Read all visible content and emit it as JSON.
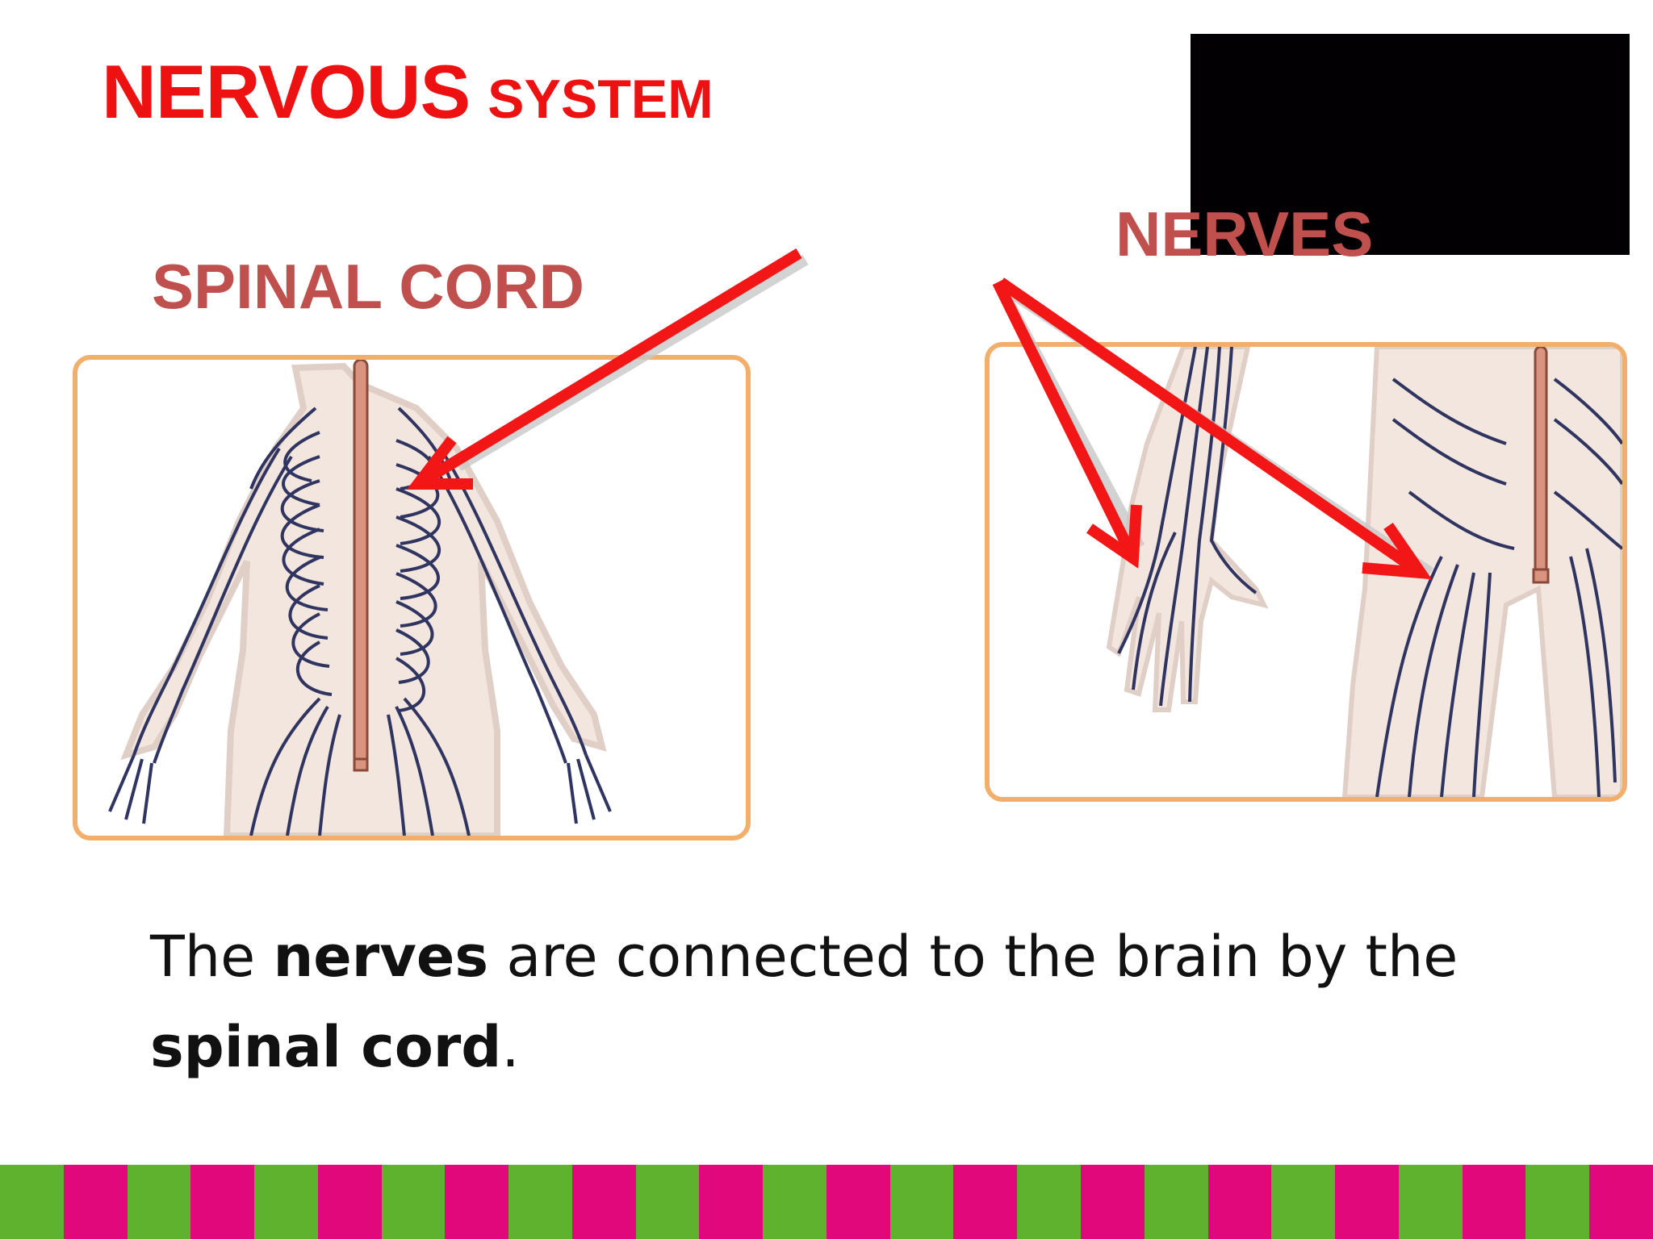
{
  "slide": {
    "title_part1": "NERVOUS",
    "title_part2": "SYSTEM",
    "label_spinal_cord": "SPINAL CORD",
    "label_nerves": "NERVES",
    "caption": {
      "t1": "The ",
      "b1": "nerves",
      "t2": " are connected to the brain by the ",
      "b2": "spinal cord",
      "t3": "."
    }
  },
  "colors": {
    "title": "#ee1111",
    "labels": "#c0504d",
    "arrows": "#f21616",
    "panel_border": "#f2ae6b",
    "nerve": "#2f3560",
    "spinal_cord": "#d9937f",
    "skin": "#f3e6de",
    "stripe_green": "#5fb22d",
    "stripe_pink": "#e0087a"
  },
  "icons": [
    "spinal-cord-illustration",
    "nerves-illustration",
    "red-arrow"
  ]
}
